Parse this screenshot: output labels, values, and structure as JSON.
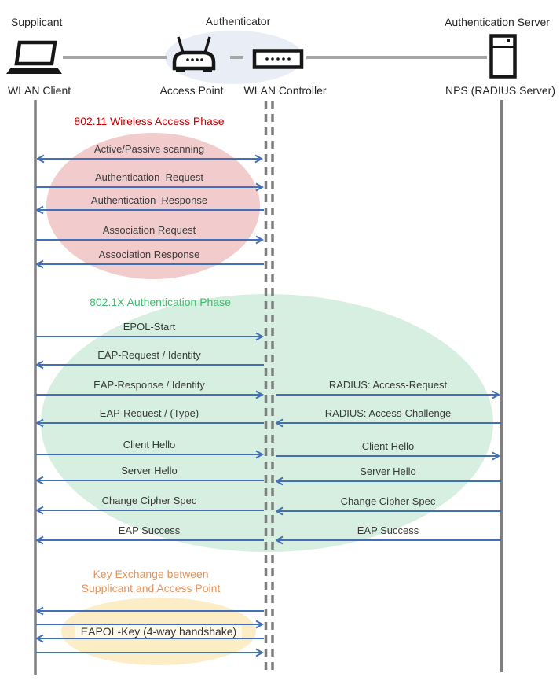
{
  "header": {
    "roles": [
      {
        "label": "Supplicant"
      },
      {
        "label": "Authenticator"
      },
      {
        "label": "Authentication Server"
      }
    ],
    "devices": [
      {
        "label": "WLAN Client",
        "icon": "laptop-icon"
      },
      {
        "label": "Access Point",
        "icon": "access-point-icon"
      },
      {
        "label": "WLAN Controller",
        "icon": "wlan-controller-icon"
      },
      {
        "label": "NPS (RADIUS Server)",
        "icon": "server-icon"
      }
    ]
  },
  "phases": [
    {
      "title": "802.11 Wireless Access Phase",
      "color": "#C00000",
      "ellipse_color": "#F2CCCC"
    },
    {
      "title": "802.1X Authentication Phase",
      "color": "#3FBC6E",
      "ellipse_color": "#D6EFE0"
    },
    {
      "title_line1": "Key Exchange between",
      "title_line2": "Supplicant and Access Point",
      "color": "#E0945F",
      "ellipse_color": "#FDEDC6"
    }
  ],
  "messages_client_ap": [
    {
      "label": "Active/Passive scanning",
      "direction": "both"
    },
    {
      "label": "Authentication  Request",
      "direction": "right"
    },
    {
      "label": "Authentication  Response",
      "direction": "left"
    },
    {
      "label": "Association Request",
      "direction": "right"
    },
    {
      "label": "Association Response",
      "direction": "left"
    },
    {
      "label": "EPOL-Start",
      "direction": "right"
    },
    {
      "label": "EAP-Request / Identity",
      "direction": "left"
    },
    {
      "label": "EAP-Response / Identity",
      "direction": "right"
    },
    {
      "label": "EAP-Request / (Type)",
      "direction": "left"
    },
    {
      "label": "Client Hello",
      "direction": "right"
    },
    {
      "label": "Server Hello",
      "direction": "left"
    },
    {
      "label": "Change Cipher Spec",
      "direction": "left"
    },
    {
      "label": "EAP Success",
      "direction": "left"
    },
    {
      "label": "EAPOL-Key (4-way handshake)",
      "direction": "multi"
    }
  ],
  "messages_ap_server": [
    {
      "label": "RADIUS: Access-Request",
      "direction": "right"
    },
    {
      "label": "RADIUS: Access-Challenge",
      "direction": "left"
    },
    {
      "label": "Client Hello",
      "direction": "right"
    },
    {
      "label": "Server Hello",
      "direction": "left"
    },
    {
      "label": "Change Cipher Spec",
      "direction": "left"
    },
    {
      "label": "EAP Success",
      "direction": "left"
    }
  ],
  "colors": {
    "arrow_blue": "#4170B8",
    "lifeline_gray": "#7F7F7F",
    "connector_gray": "#A6A6A6",
    "authenticator_ellipse": "#E9EDF6",
    "icon_black": "#161616"
  }
}
